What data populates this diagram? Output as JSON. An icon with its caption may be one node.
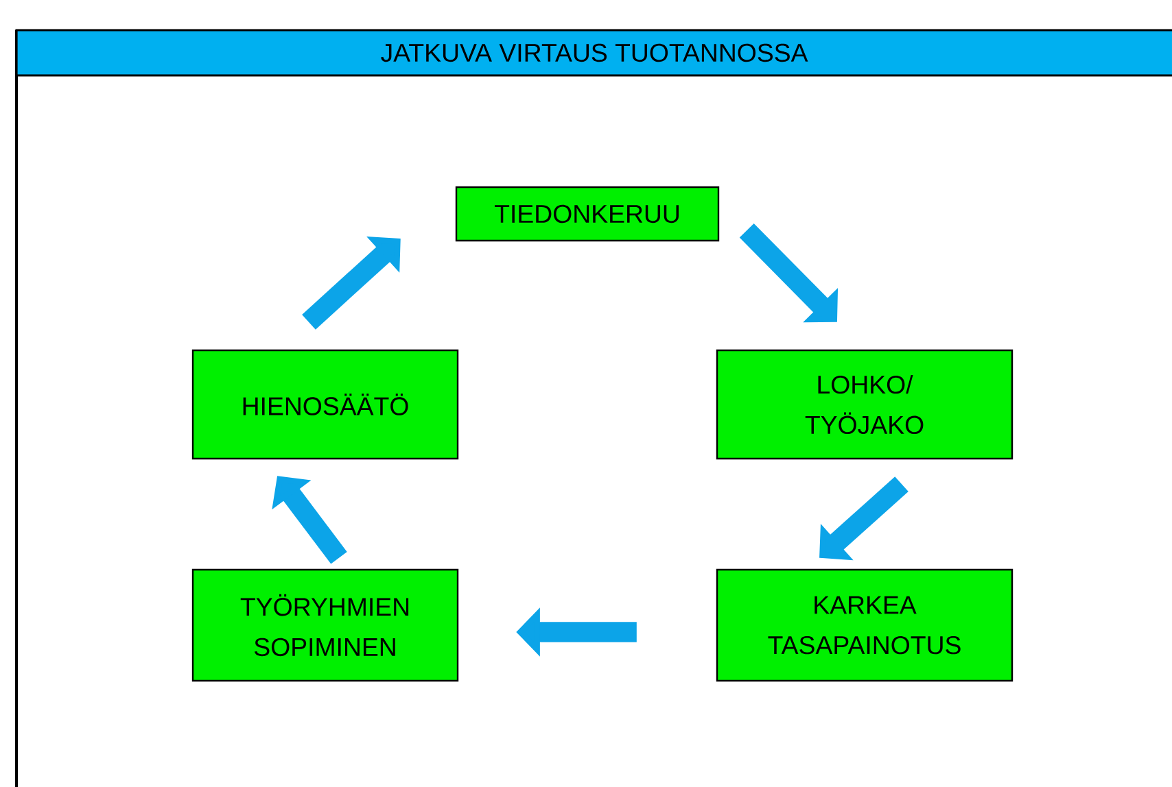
{
  "diagram": {
    "title": "JATKUVA VIRTAUS TUOTANNOSSA",
    "nodes": [
      {
        "text": [
          "TIEDONKERUU"
        ]
      },
      {
        "text": [
          "HIENOSÄÄTÖ"
        ]
      },
      {
        "text": [
          "LOHKO/ TYÖJAKO"
        ]
      },
      {
        "text": [
          "TYÖRYHMIEN SOPIMINEN"
        ]
      },
      {
        "text": [
          "KARKEA TASAPAINOTUS"
        ]
      }
    ],
    "edges": [
      {
        "from": 0,
        "to": 2,
        "arrow": "to"
      },
      {
        "from": 2,
        "to": 4,
        "arrow": "to"
      },
      {
        "from": 4,
        "to": 3,
        "arrow": "to"
      },
      {
        "from": 3,
        "to": 1,
        "arrow": "to"
      },
      {
        "from": 1,
        "to": 0,
        "arrow": "to"
      }
    ]
  }
}
